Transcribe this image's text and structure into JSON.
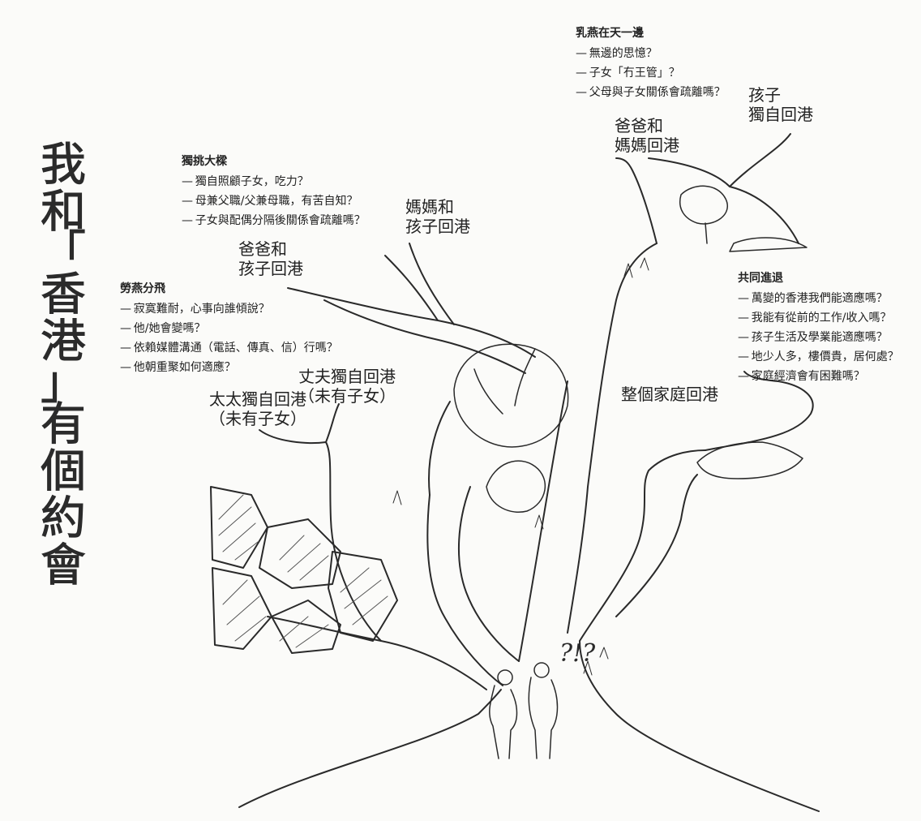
{
  "title_chars": [
    "我",
    "和",
    "「",
    "香",
    "港",
    "」",
    "有",
    "個",
    "約",
    "會"
  ],
  "branches": {
    "wife_alone": [
      "太太獨自回港",
      "（未有子女）"
    ],
    "husband_alone": [
      "丈夫獨自回港",
      "（未有子女）"
    ],
    "dad_kids": [
      "爸爸和",
      "孩子回港"
    ],
    "mom_kids": [
      "媽媽和",
      "孩子回港"
    ],
    "parents_back": [
      "爸爸和",
      "媽媽回港"
    ],
    "kids_alone": [
      "孩子",
      "獨自回港"
    ],
    "whole_family": [
      "整個家庭回港"
    ]
  },
  "notes": {
    "separation": {
      "heading": "勞燕分飛",
      "items": [
        "寂寞難耐，心事向誰傾說？",
        "他/她會變嗎？",
        "依賴媒體溝通（電話、傳真、信）行嗎？",
        "他朝重聚如何適應？"
      ]
    },
    "single_burden": {
      "heading": "獨挑大樑",
      "items": [
        "獨自照顧子女，吃力？",
        "母兼父職/父兼母職，有苦自知？",
        "子女與配偶分隔後關係會疏離嗎？"
      ]
    },
    "chicks_abroad": {
      "heading": "乳燕在天一邊",
      "items": [
        "無邊的思憶？",
        "子女「冇王管」？",
        "父母與子女關係會疏離嗎？"
      ]
    },
    "together": {
      "heading": "共同進退",
      "items": [
        "萬變的香港我們能適應嗎？",
        "我能有從前的工作/收入嗎？",
        "孩子生活及學業能適應嗎？",
        "地少人多，樓價貴，居何處？",
        "家庭經濟會有困難嗎？"
      ]
    }
  },
  "question_marks": "?!?"
}
